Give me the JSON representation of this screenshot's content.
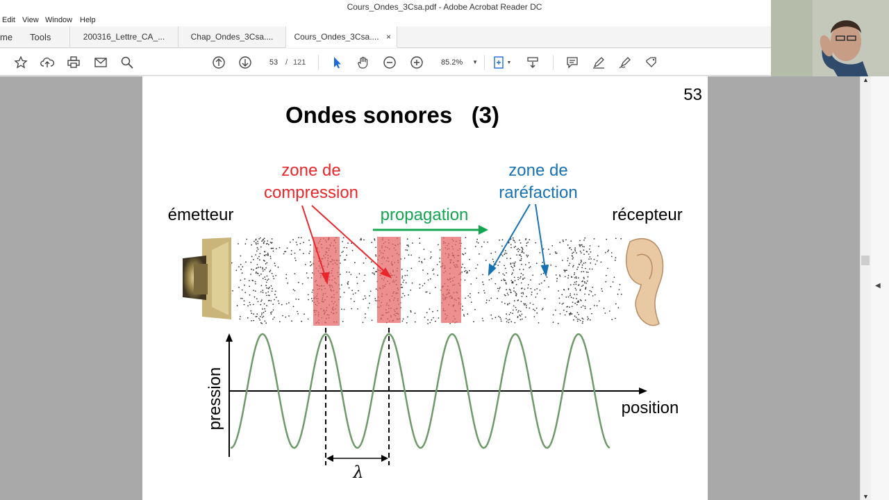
{
  "window": {
    "title": "Cours_Ondes_3Csa.pdf - Adobe Acrobat Reader DC"
  },
  "menu": {
    "items": [
      "Edit",
      "View",
      "Window",
      "Help"
    ]
  },
  "tabs": {
    "home": "me",
    "tools": "Tools",
    "documents": [
      {
        "label": "200316_Lettre_CA_..."
      },
      {
        "label": "Chap_Ondes_3Csa...."
      },
      {
        "label": "Cours_Ondes_3Csa....",
        "close": "×"
      }
    ]
  },
  "toolbar": {
    "page_current": "53",
    "page_separator": "/",
    "page_total": "121",
    "zoom": "85.2%"
  },
  "slide": {
    "page_number": "53",
    "title": "Ondes sonores   (3)",
    "compression_label_line1": "zone de",
    "compression_label_line2": "compression",
    "rarefaction_label_line1": "zone de",
    "rarefaction_label_line2": "raréfaction",
    "propagation_label": "propagation",
    "emitter_label": "émetteur",
    "receiver_label": "récepteur",
    "y_axis_label": "pression",
    "x_axis_label": "position",
    "wavelength_label": "λ"
  },
  "colors": {
    "compression": "#e8262b",
    "rarefaction": "#1672b3",
    "propagation": "#14a550",
    "wave": "#6e9a6a",
    "compression_band": "#e86a6a"
  }
}
